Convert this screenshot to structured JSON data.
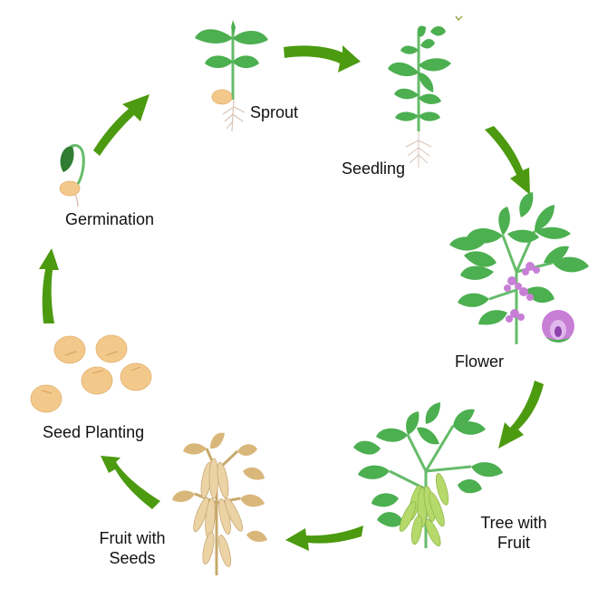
{
  "diagram": {
    "type": "life-cycle",
    "colors": {
      "arrow": "#4c9a10",
      "leaf": "#4caf50",
      "leaf_dark": "#2e7d32",
      "stem": "#66bb6a",
      "seed": "#f3c98b",
      "seed_edge": "#e2b06e",
      "root": "#d8c4b8",
      "flower": "#c77fd6",
      "flower_dark": "#8e44ad",
      "pod_green": "#b6d96b",
      "dry_leaf": "#d9b77a",
      "dry_pod": "#ecd3a6",
      "text": "#111111"
    },
    "stages": [
      {
        "id": "sprout",
        "label": "Sprout"
      },
      {
        "id": "seedling",
        "label": "Seedling"
      },
      {
        "id": "flower",
        "label": "Flower"
      },
      {
        "id": "tree-with-fruit",
        "label_line1": "Tree with",
        "label_line2": "Fruit"
      },
      {
        "id": "fruit-with-seeds",
        "label_line1": "Fruit with",
        "label_line2": "Seeds"
      },
      {
        "id": "seed-planting",
        "label": "Seed Planting"
      },
      {
        "id": "germination",
        "label": "Germination"
      }
    ],
    "arrow_icon": "curved-arrow-icon"
  }
}
